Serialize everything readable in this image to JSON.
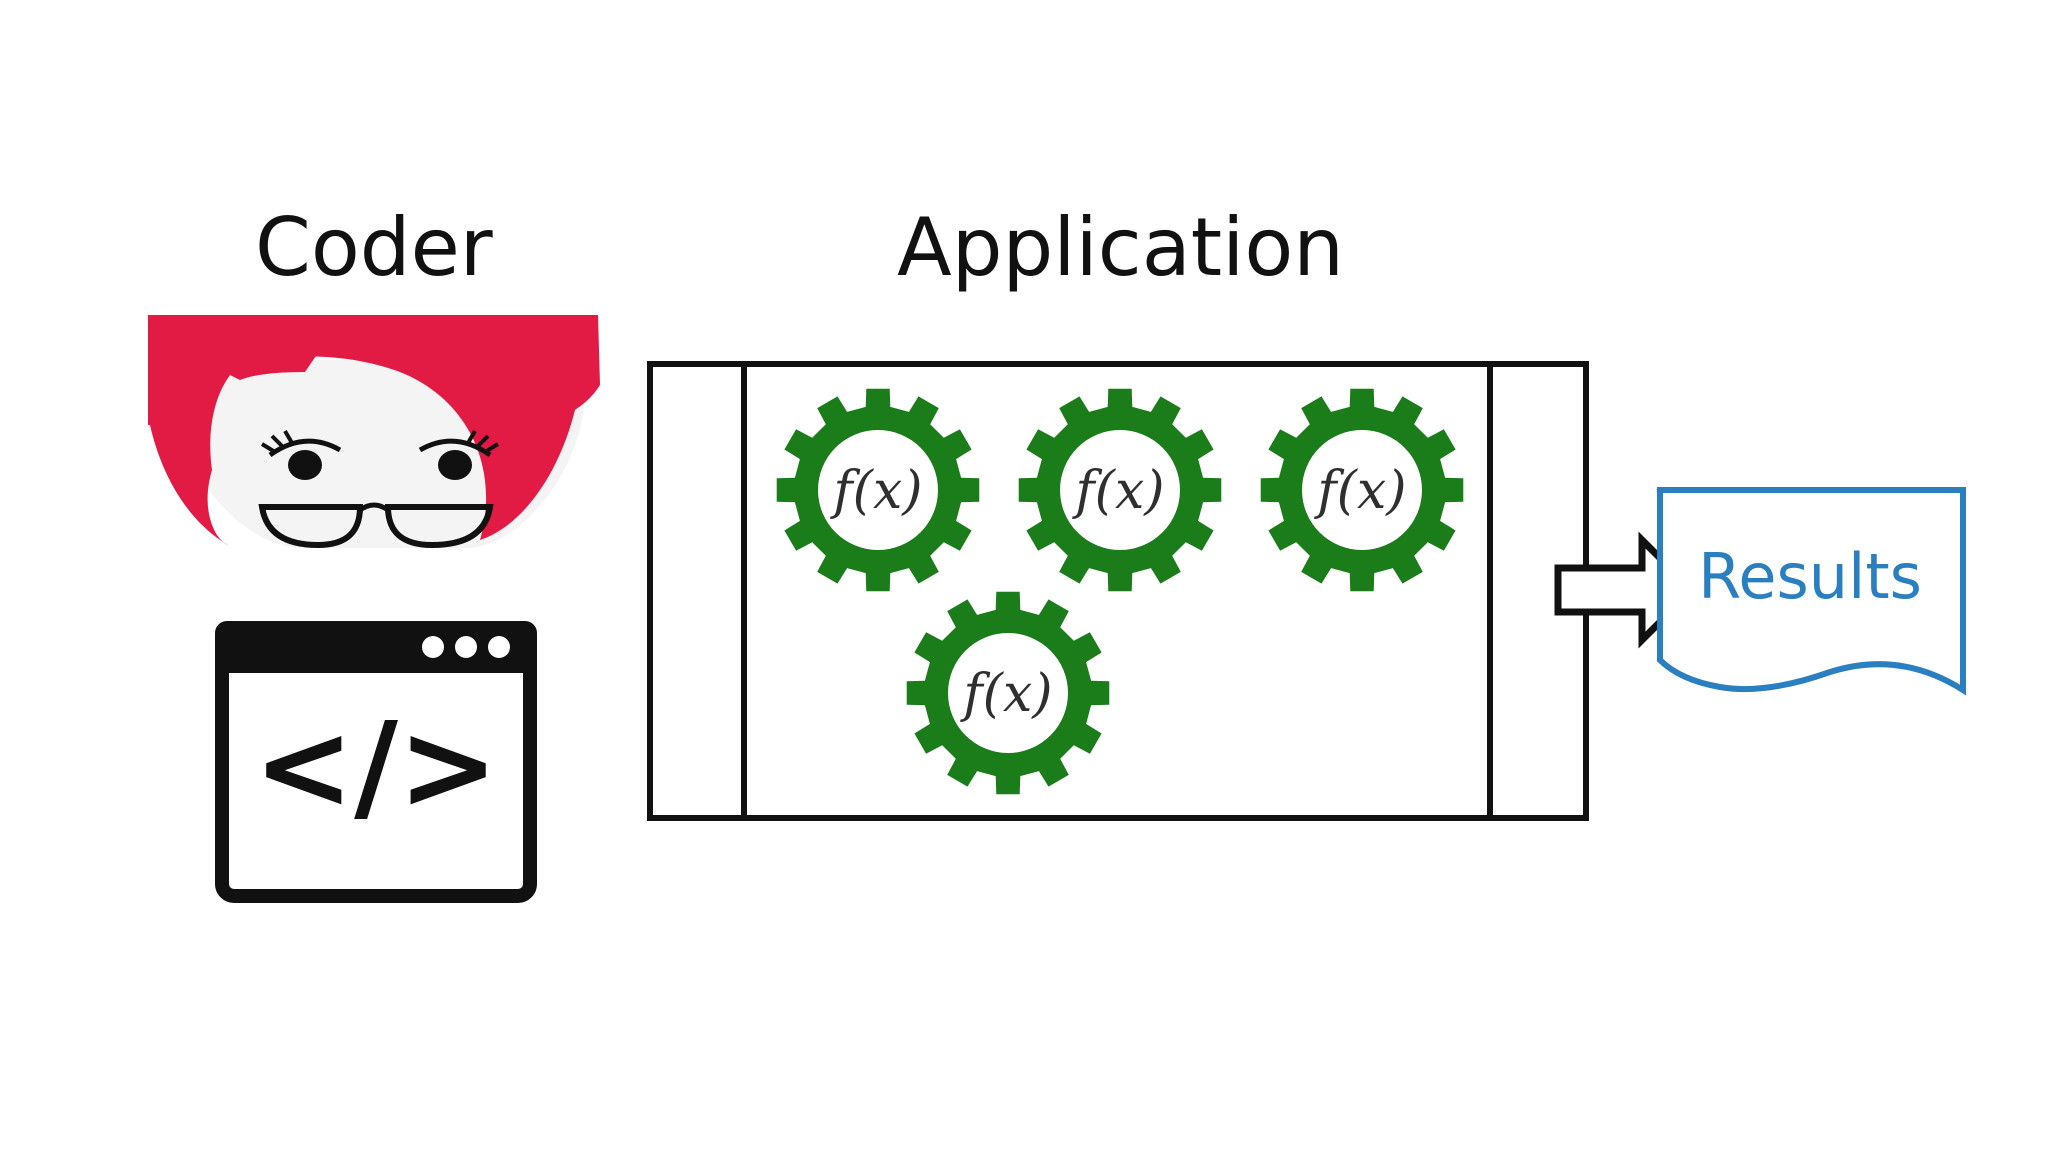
{
  "labels": {
    "coder": "Coder",
    "application": "Application"
  },
  "gears": [
    {
      "label": "f(x)"
    },
    {
      "label": "f(x)"
    },
    {
      "label": "f(x)"
    },
    {
      "label": "f(x)"
    }
  ],
  "results": {
    "label": "Results"
  },
  "icons": {
    "coder_avatar": "red-haired-coder-face-icon",
    "code_window": "code-window-icon",
    "gear": "gear-icon",
    "arrow": "right-arrow-icon",
    "results_doc": "document-icon"
  },
  "colors": {
    "hair": "#e21b45",
    "gear": "#1a7d1a",
    "results": "#2a7fc1",
    "outline": "#111111"
  }
}
